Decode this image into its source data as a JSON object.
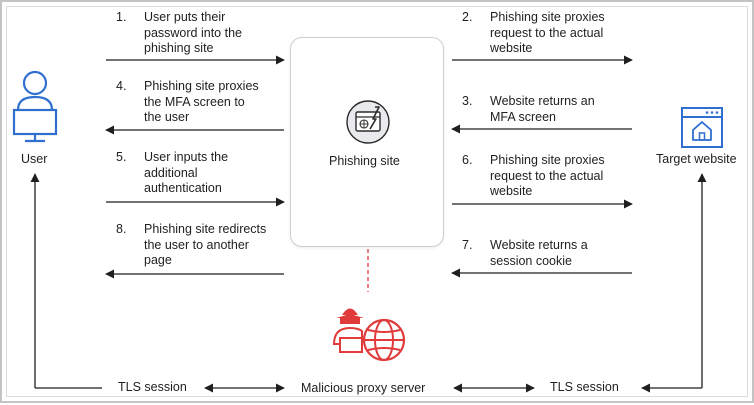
{
  "steps": {
    "s1": {
      "num": "1.",
      "lines": [
        "User puts their",
        "password into the",
        "phishing site"
      ]
    },
    "s2": {
      "num": "2.",
      "lines": [
        "Phishing site proxies",
        "request to the actual",
        "website"
      ]
    },
    "s3": {
      "num": "3.",
      "lines": [
        "Website returns an",
        "MFA screen"
      ]
    },
    "s4": {
      "num": "4.",
      "lines": [
        "Phishing site proxies",
        "the MFA screen to",
        "the user"
      ]
    },
    "s5": {
      "num": "5.",
      "lines": [
        "User inputs the",
        "additional",
        "authentication"
      ]
    },
    "s6": {
      "num": "6.",
      "lines": [
        "Phishing site proxies",
        "request to the actual",
        "website"
      ]
    },
    "s7": {
      "num": "7.",
      "lines": [
        "Website returns a",
        "session cookie"
      ]
    },
    "s8": {
      "num": "8.",
      "lines": [
        "Phishing site redirects",
        "the user to another",
        "page"
      ]
    }
  },
  "nodes": {
    "user": "User",
    "phishing_site": "Phishing site",
    "target_website": "Target website",
    "proxy_server": "Malicious proxy server"
  },
  "tls": {
    "left": "TLS session",
    "right": "TLS session"
  },
  "colors": {
    "blue": "#2f6fd0",
    "red": "#e03a3a",
    "line": "#1f1f1f"
  }
}
